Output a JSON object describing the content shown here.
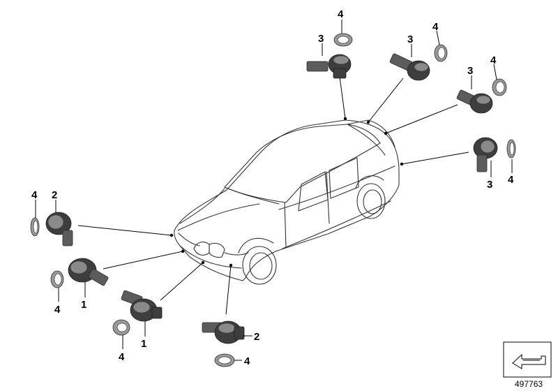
{
  "callouts": {
    "rear_top_ring": "4",
    "rear_top_sensor": "3",
    "rear_mid_sensor": "3",
    "rear_mid_ring": "4",
    "rear_right_sensor": "3",
    "rear_right_ring": "4",
    "rear_side_sensor": "3",
    "rear_side_ring": "4",
    "front_left_ring": "4",
    "front_left_sensor": "2",
    "front_a_ring": "4",
    "front_a_sensor": "1",
    "front_b_sensor": "1",
    "front_b_ring": "4",
    "front_c_sensor": "2",
    "front_c_ring": "4"
  },
  "catalog_number": "497763",
  "icons": {
    "stamp": "return-arrow-icon"
  }
}
